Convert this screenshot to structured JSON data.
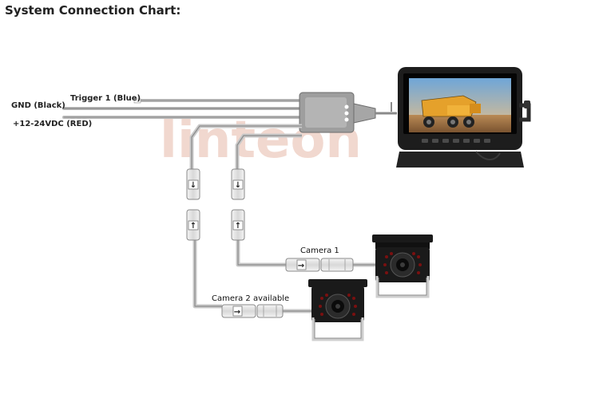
{
  "title": "System Connection Chart:",
  "labels": {
    "trigger": "Trigger 1 (Blue)",
    "gnd": "GND (Black)",
    "power": "+12-24VDC (RED)",
    "camera1": "Camera 1",
    "camera2": "Camera 2 available"
  },
  "watermark": "linteon",
  "connector_arrows": {
    "down": "↓",
    "up": "↑",
    "right": "→"
  },
  "colors": {
    "wire": "#8a8a8a",
    "cable_sheath": "#c9c9c9",
    "connector": "#e4e4e4",
    "monitor_body": "#1d1d1d",
    "camera_body": "#1a1a1a",
    "watermark": "#e7b9a8"
  },
  "icons": [
    "monitor-icon",
    "dump-truck-icon",
    "camera-icon",
    "connector-icon"
  ]
}
